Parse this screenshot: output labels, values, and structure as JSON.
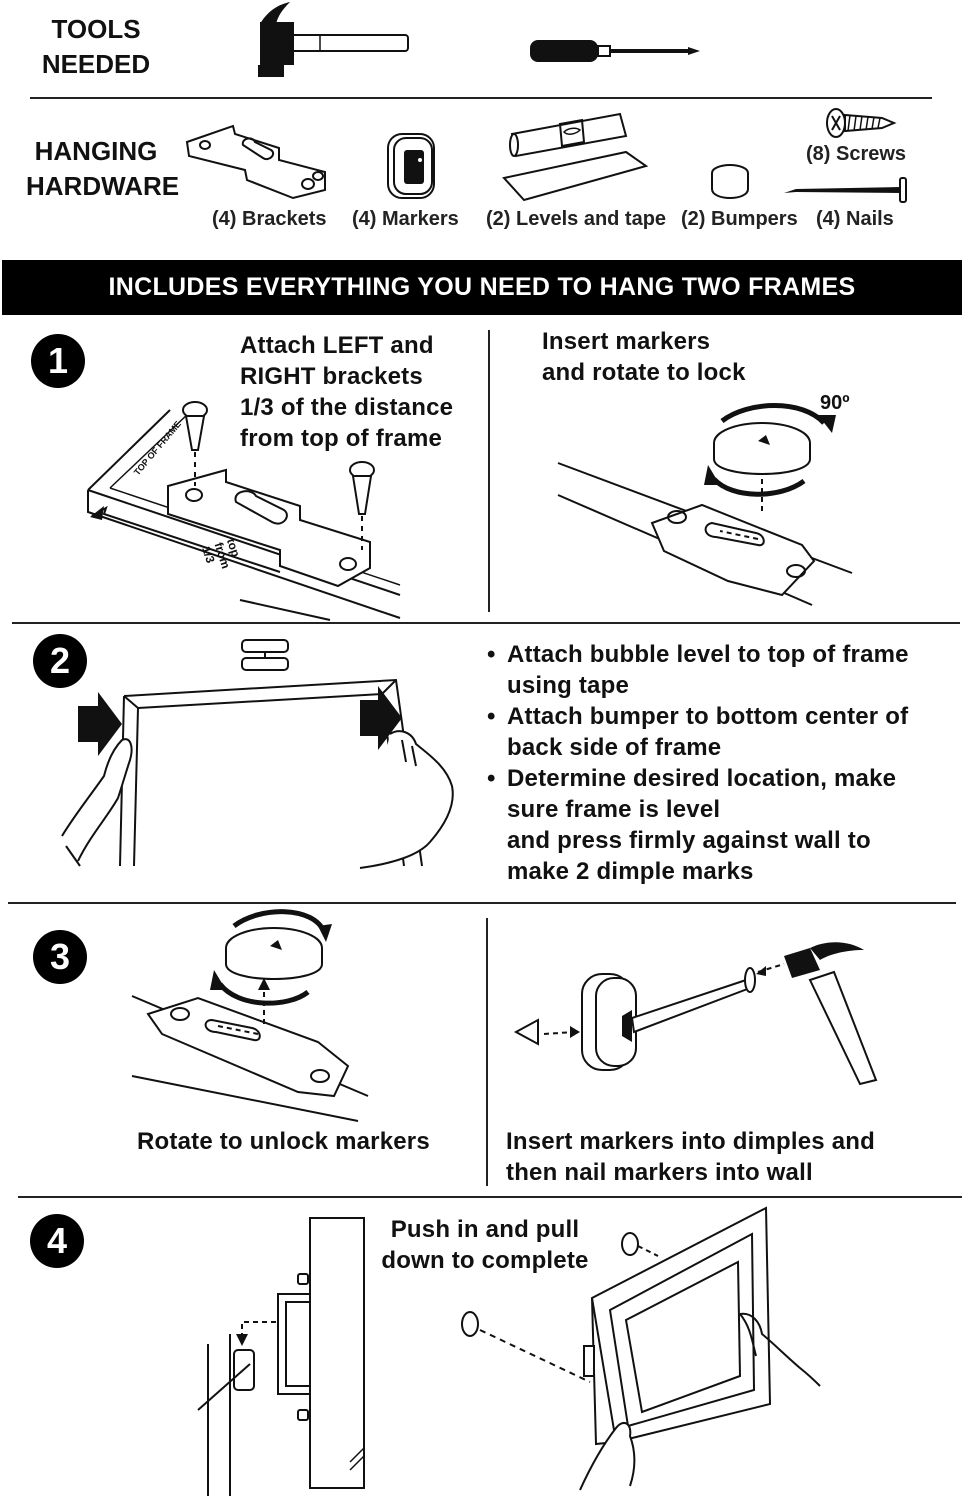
{
  "tools": {
    "heading_line1": "TOOLS",
    "heading_line2": "NEEDED",
    "items": [
      {
        "icon": "hammer-icon"
      },
      {
        "icon": "screwdriver-icon"
      }
    ]
  },
  "hardware": {
    "heading_line1": "HANGING",
    "heading_line2": "HARDWARE",
    "items": [
      {
        "label": "(4) Brackets",
        "icon": "bracket-icon"
      },
      {
        "label": "(4) Markers",
        "icon": "marker-icon"
      },
      {
        "label": "(2) Levels and tape",
        "icon": "level-icon"
      },
      {
        "label": "(2) Bumpers",
        "icon": "bumper-icon"
      },
      {
        "label": "(8) Screws",
        "icon": "screw-icon"
      },
      {
        "label": "(4) Nails",
        "icon": "nail-icon"
      }
    ]
  },
  "banner": "INCLUDES EVERYTHING YOU NEED TO HANG TWO FRAMES",
  "steps": [
    {
      "number": "1",
      "left_lines": [
        {
          "pre": "Attach ",
          "bold": "LEFT",
          "post": " and"
        },
        {
          "pre": "",
          "bold": "RIGHT",
          "post": " brackets"
        },
        {
          "pre": "1/3 of the distance",
          "bold": "",
          "post": ""
        },
        {
          "pre": "from top of frame",
          "bold": "",
          "post": ""
        }
      ],
      "diagram_labels": {
        "top_of_frame": "TOP OF FRAME",
        "third_l1": "1/3",
        "third_l2": "from",
        "third_l3": "top"
      },
      "right_line1": "Insert markers",
      "right_line2": "and rotate to lock",
      "angle": "90º"
    },
    {
      "number": "2",
      "bullets": [
        {
          "l1": "Attach bubble level to top of frame",
          "l2": "using tape"
        },
        {
          "l1": "Attach bumper to bottom center of",
          "l2": "back side of frame"
        },
        {
          "l1": "Determine desired location, make",
          "l2": "sure frame is level"
        }
      ],
      "extra_line1": "and press firmly against wall to",
      "extra_line2": "make 2 dimple marks"
    },
    {
      "number": "3",
      "left_caption": "Rotate to unlock markers",
      "right_line1": "Insert markers into dimples and",
      "right_line2": "then nail markers into wall"
    },
    {
      "number": "4",
      "line1": "Push in and pull",
      "line2": "down to complete"
    }
  ]
}
